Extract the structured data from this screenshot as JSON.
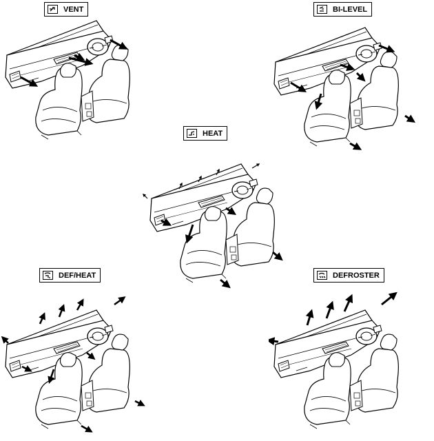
{
  "modes": [
    {
      "key": "vent",
      "label": "VENT",
      "icon": "vent-mode-icon"
    },
    {
      "key": "bilevel",
      "label": "BI-LEVEL",
      "icon": "bilevel-mode-icon"
    },
    {
      "key": "heat",
      "label": "HEAT",
      "icon": "heat-mode-icon"
    },
    {
      "key": "defheat",
      "label": "DEF/HEAT",
      "icon": "def-heat-mode-icon"
    },
    {
      "key": "defroster",
      "label": "DEFROSTER",
      "icon": "defroster-mode-icon"
    }
  ]
}
